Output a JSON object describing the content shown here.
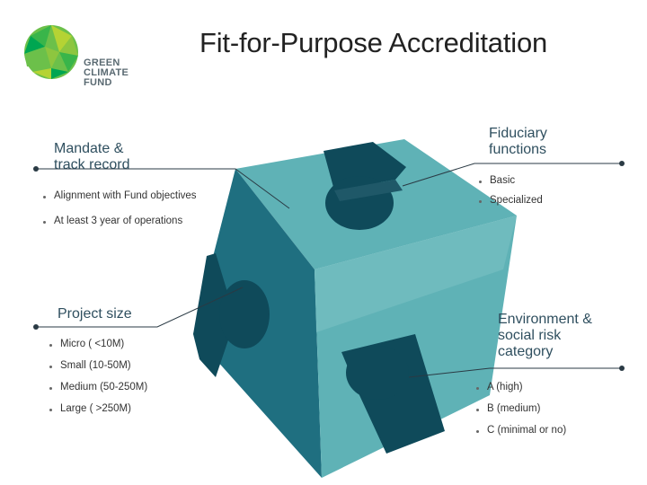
{
  "slide": {
    "title": "Fit-for-Purpose Accreditation",
    "logo": {
      "line1": "GREEN",
      "line2": "CLIMATE",
      "line3": "FUND",
      "icon": "globe-icon",
      "colors": [
        "#8dc63f",
        "#39b54a",
        "#00a651",
        "#6cc04a",
        "#b5d334"
      ]
    },
    "colors": {
      "cube_dark": "#0f4a5a",
      "cube_mid": "#1f6f80",
      "cube_light": "#5fb2b6",
      "cube_lighter": "#83c6c8",
      "line": "#2a3a44",
      "heading": "#2f4f5f"
    }
  },
  "sections": {
    "mandate": {
      "heading_line1": "Mandate &",
      "heading_line2": "track record",
      "bullets": [
        "Alignment with Fund objectives",
        "At least 3 year of operations"
      ]
    },
    "fiduciary": {
      "heading_line1": "Fiduciary",
      "heading_line2": "functions",
      "bullets": [
        "Basic",
        "Specialized"
      ]
    },
    "project_size": {
      "heading": "Project size",
      "bullets": [
        "Micro ( <10M)",
        "Small (10-50M)",
        "Medium (50-250M)",
        "Large ( >250M)"
      ]
    },
    "environment": {
      "heading_line1": "Environment &",
      "heading_line2": "social risk",
      "heading_line3": "category",
      "bullets": [
        "A (high)",
        "B (medium)",
        "C (minimal or no)"
      ]
    }
  }
}
